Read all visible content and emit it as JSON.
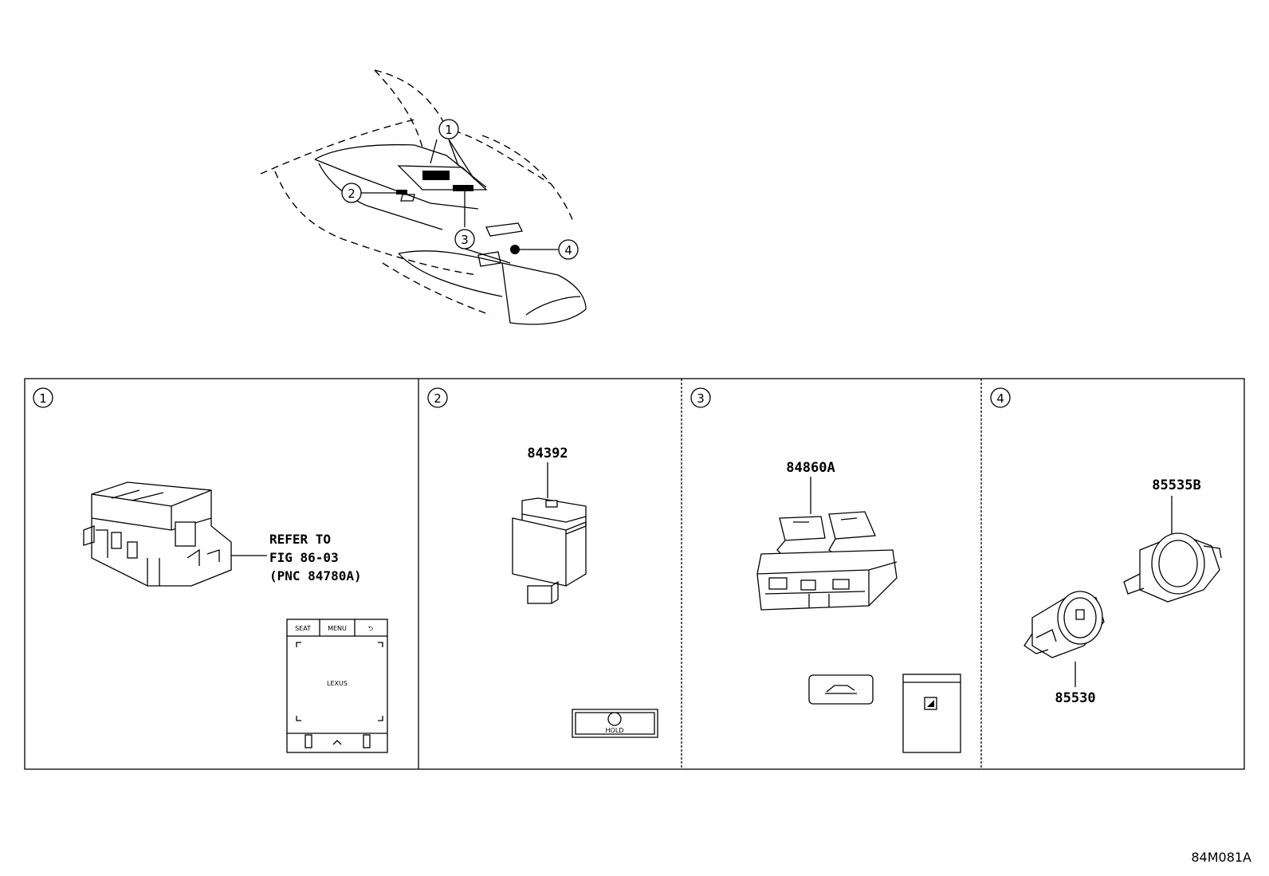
{
  "callouts": [
    "1",
    "2",
    "3",
    "4"
  ],
  "panels": [
    {
      "number": "1",
      "refer_note": [
        "REFER TO",
        "FIG 86-03",
        "(PNC 84780A)"
      ],
      "touchpad_labels": {
        "left": "SEAT",
        "middle": "MENU",
        "right": "⮌",
        "logo": "LEXUS"
      }
    },
    {
      "number": "2",
      "part_number": "84392",
      "button_label": "HOLD"
    },
    {
      "number": "3",
      "part_number": "84860A"
    },
    {
      "number": "4",
      "part_numbers": [
        "85535B",
        "85530"
      ]
    }
  ],
  "diagram_code": "84M081A"
}
